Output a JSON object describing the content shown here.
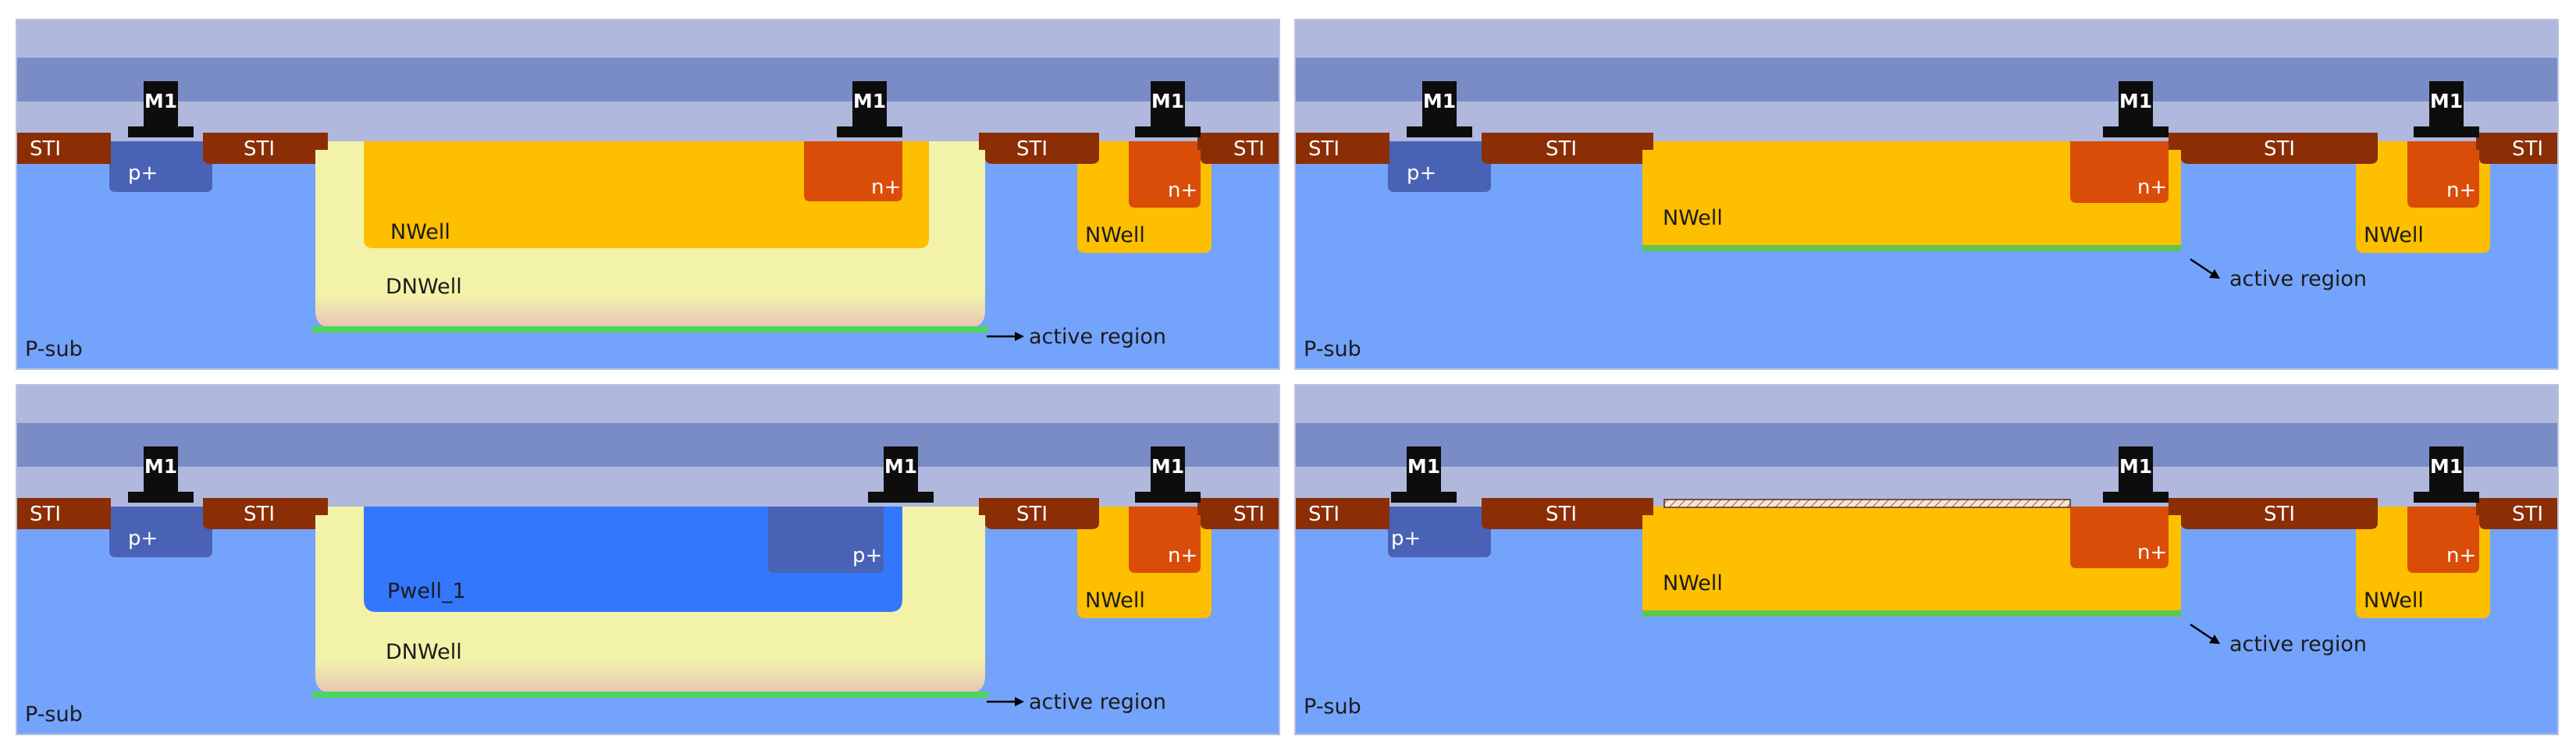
{
  "colors": {
    "psub": "#74a3fb",
    "oxide_light": "#b0b8dd",
    "oxide_dark": "#7a8cc6",
    "sti": "#8b2e05",
    "pplus": "#4a62b5",
    "nwell": "#fdbf00",
    "nplus": "#d94d08",
    "dnwell": "#f3f2a9",
    "pwell": "#3377fd",
    "metal": "#0d0d0d",
    "active": "#4ed65c"
  },
  "labels": {
    "sti": "STI",
    "m1": "M1",
    "pplus": "p+",
    "nplus": "n+",
    "nwell": "NWell",
    "dnwell": "DNWell",
    "pwell": "Pwell_1",
    "psub": "P-sub",
    "active": "active region"
  },
  "panels": [
    {
      "id": "top-left",
      "variant": "dnwell-nwell"
    },
    {
      "id": "top-right",
      "variant": "nwell"
    },
    {
      "id": "bottom-left",
      "variant": "dnwell-pwell"
    },
    {
      "id": "bottom-right",
      "variant": "nwell-film"
    }
  ]
}
